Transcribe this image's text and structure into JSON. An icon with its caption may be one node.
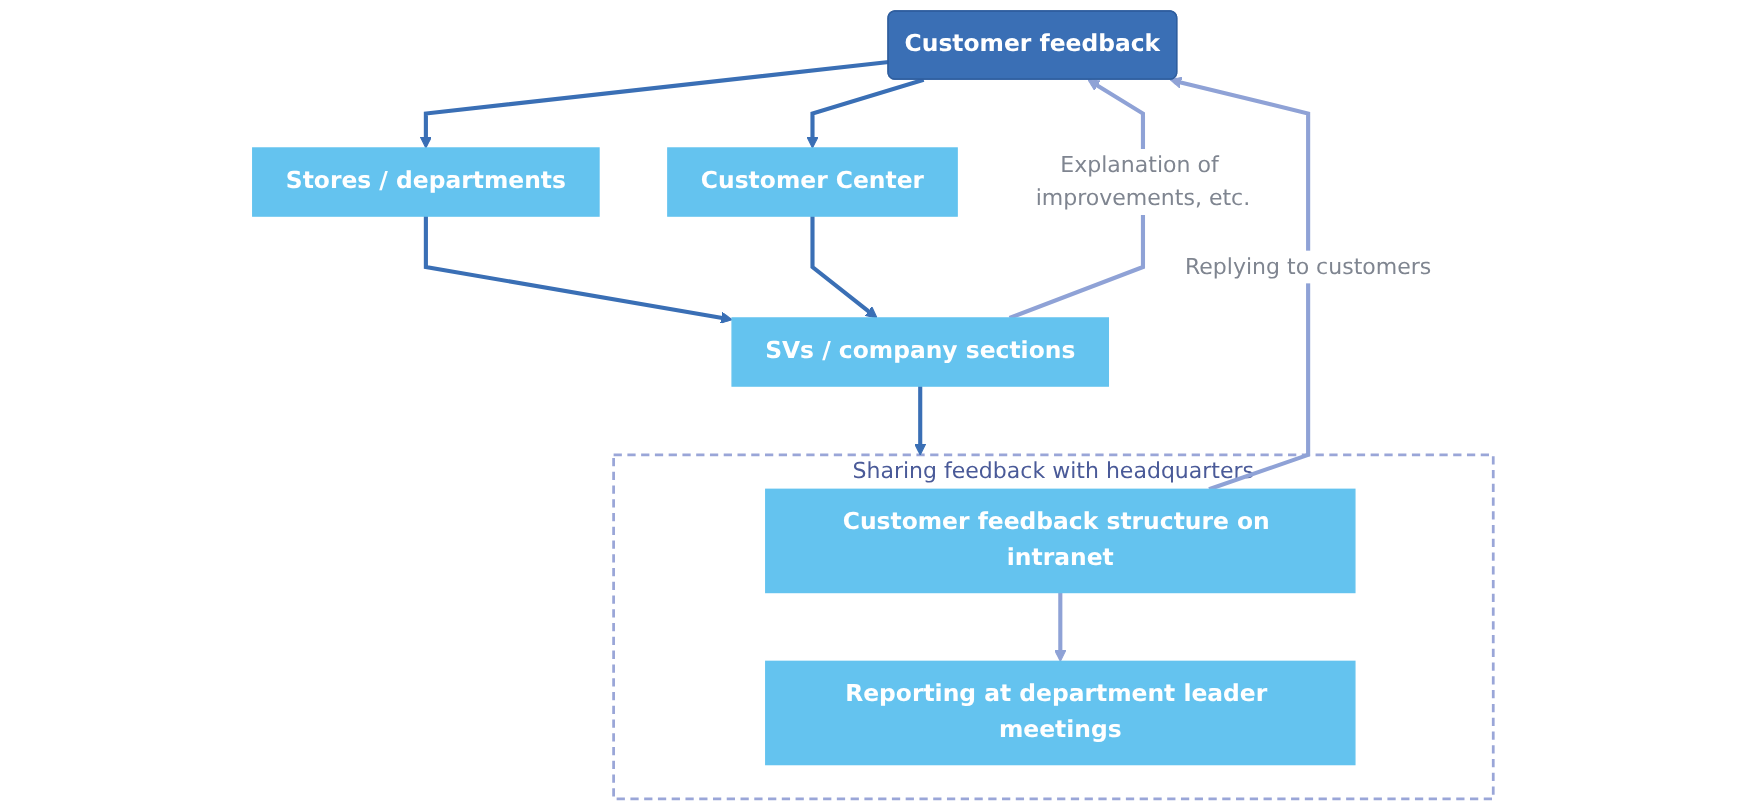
{
  "diagram": {
    "nodes": [
      {
        "text": [
          "Customer feedback"
        ]
      },
      {
        "text": [
          "Stores / departments"
        ]
      },
      {
        "text": [
          "Customer Center"
        ]
      },
      {
        "text": [
          "SVs / company sections"
        ]
      },
      {
        "text": [
          "Sharing feedback with headquarters"
        ]
      },
      {
        "text": [
          "Customer feedback structure on intranet"
        ],
        "in": 4
      },
      {
        "text": [
          "Reporting at department leader meetings"
        ],
        "in": 4
      }
    ],
    "edges": [
      {
        "from": 0,
        "to": 1,
        "arrow": "to"
      },
      {
        "from": 0,
        "to": 2,
        "arrow": "to"
      },
      {
        "from": 1,
        "to": 3,
        "arrow": "to"
      },
      {
        "from": 2,
        "to": 3,
        "arrow": "to"
      },
      {
        "from": 3,
        "to": 4,
        "arrow": "to"
      },
      {
        "from": 5,
        "to": 6,
        "arrow": "to",
        "color": "#8fa2d6"
      },
      {
        "from": 5,
        "to": 0,
        "arrow": "to",
        "label": "Replying to customers",
        "color": "#8fa2d6"
      },
      {
        "from": 3,
        "to": 0,
        "arrow": "to",
        "label": "Explanation of improvements, etc.",
        "color": "#8fa2d6"
      }
    ]
  }
}
